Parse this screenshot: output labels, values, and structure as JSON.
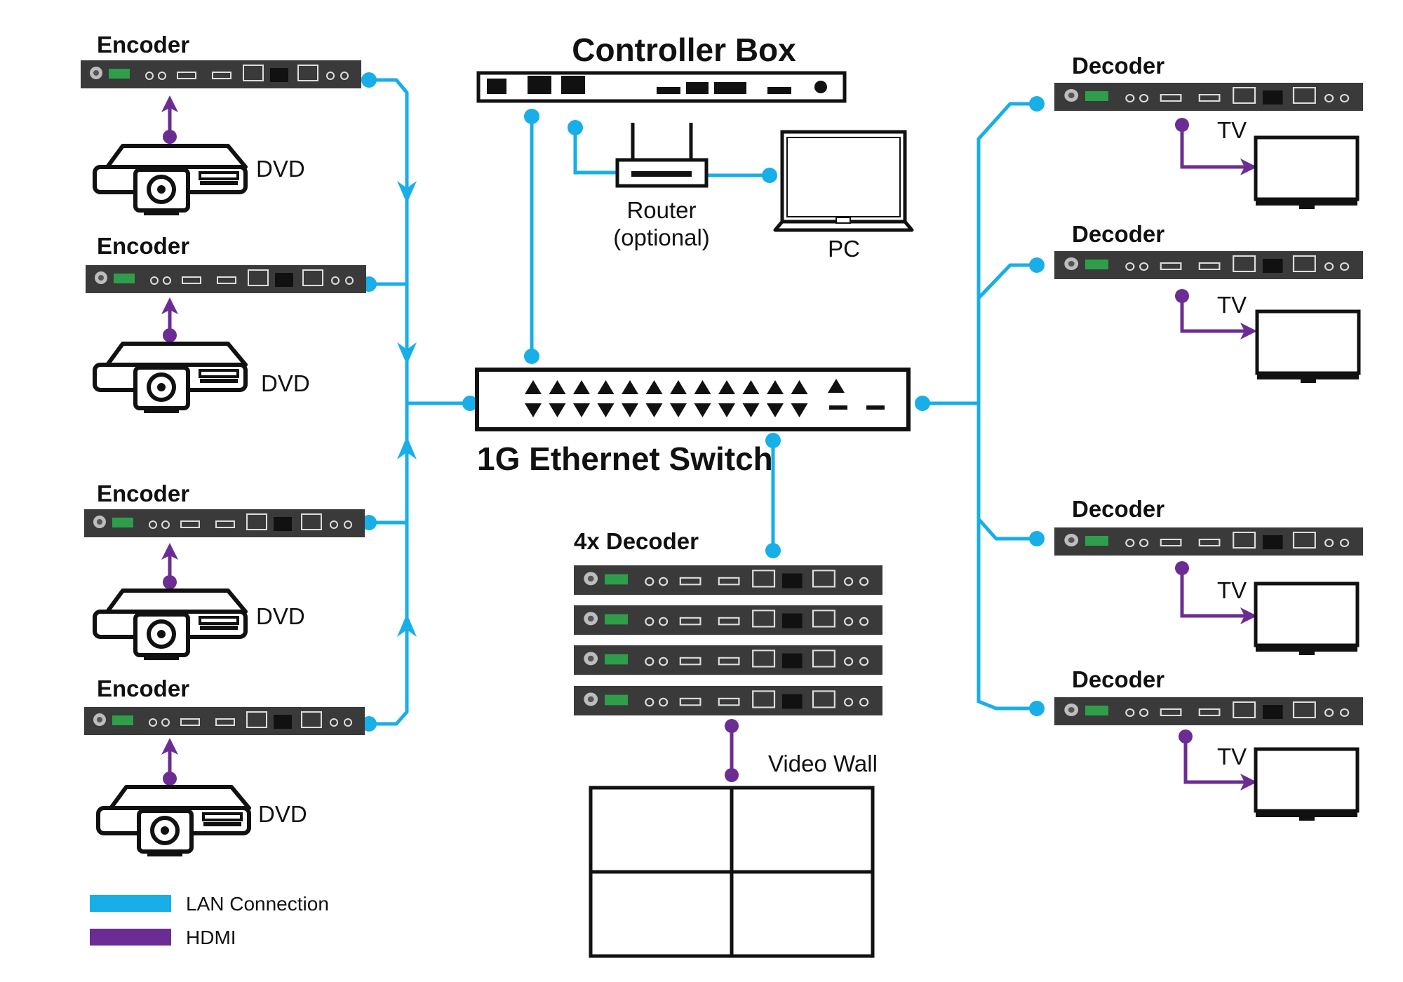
{
  "diagram": {
    "controller": "Controller Box",
    "switch": "1G Ethernet Switch",
    "router_line1": "Router",
    "router_line2": "(optional)",
    "pc": "PC",
    "encoder": "Encoder",
    "dvd": "DVD",
    "decoder": "Decoder",
    "tv": "TV",
    "quad_decoder": "4x Decoder",
    "video_wall": "Video Wall"
  },
  "legend": {
    "lan": "LAN Connection",
    "hdmi": "HDMI"
  },
  "colors": {
    "lan": "#18AEE8",
    "hdmi": "#6B2D93",
    "device": "#3a3a3a",
    "outline": "#111111"
  },
  "icons": {
    "encoder": "av-encoder-icon",
    "decoder": "av-decoder-icon",
    "dvd": "dvd-player-icon",
    "tv": "tv-icon",
    "router": "router-icon",
    "pc": "laptop-icon",
    "controller": "controller-box-icon",
    "switch": "ethernet-switch-icon",
    "video_wall": "video-wall-icon"
  }
}
